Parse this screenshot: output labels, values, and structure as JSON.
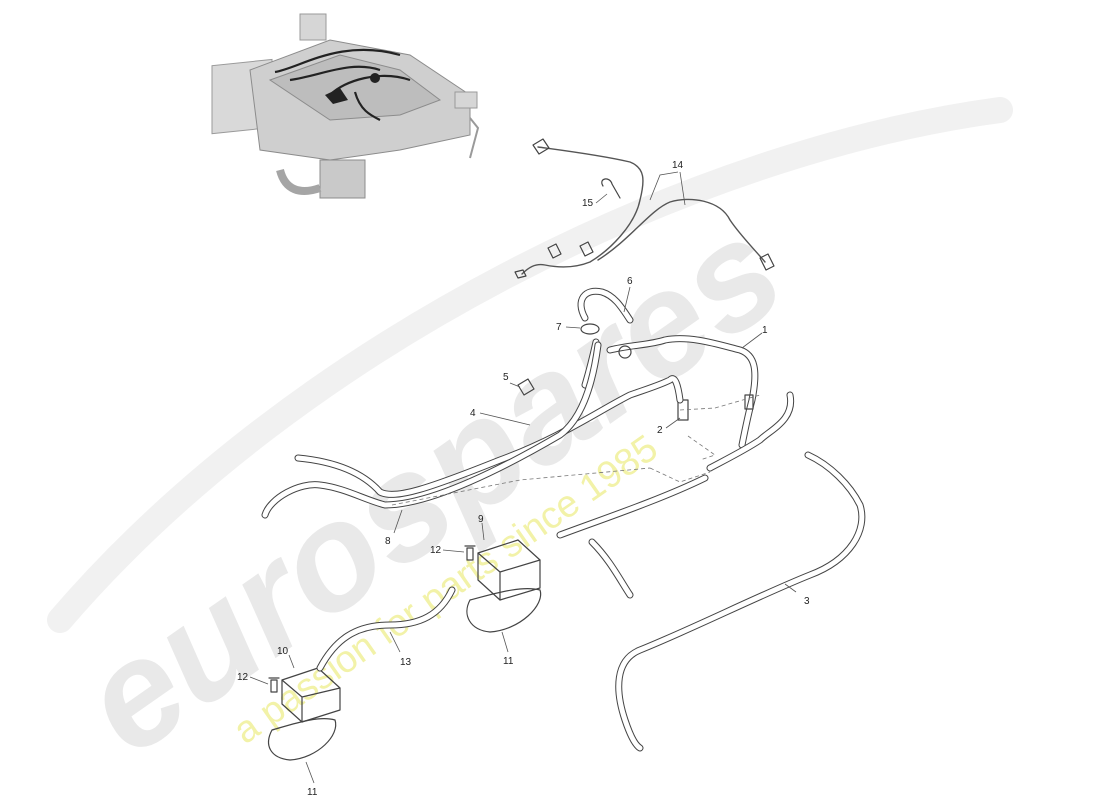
{
  "watermark": {
    "brand": "eurospares",
    "tagline": "a passion for parts since 1985",
    "brand_color": "#e9e9e9",
    "tagline_color": "#f2f2a8"
  },
  "callouts": [
    "1",
    "2",
    "3",
    "4",
    "5",
    "6",
    "7",
    "8",
    "9",
    "10",
    "11",
    "11",
    "12",
    "12",
    "13",
    "14",
    "15"
  ],
  "colors": {
    "line": "#444444",
    "background": "#ffffff"
  }
}
